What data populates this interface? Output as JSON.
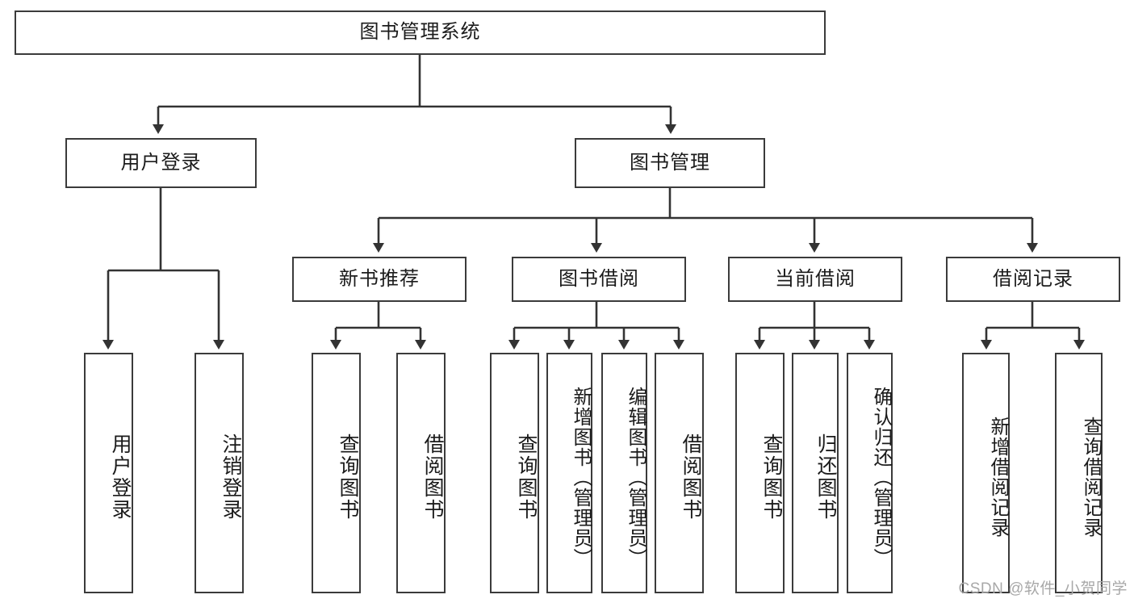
{
  "diagram": {
    "type": "tree",
    "title": "图书管理系统",
    "orientation": "top-down",
    "root": {
      "id": "root",
      "label": "图书管理系统",
      "text_direction": "horizontal"
    },
    "level2": [
      {
        "id": "user-login",
        "label": "用户登录",
        "text_direction": "horizontal"
      },
      {
        "id": "book-manage",
        "label": "图书管理",
        "text_direction": "horizontal"
      }
    ],
    "level3": [
      {
        "id": "new-book-recommend",
        "label": "新书推荐",
        "text_direction": "horizontal",
        "parent": "book-manage"
      },
      {
        "id": "book-borrow",
        "label": "图书借阅",
        "text_direction": "horizontal",
        "parent": "book-manage"
      },
      {
        "id": "current-borrow",
        "label": "当前借阅",
        "text_direction": "horizontal",
        "parent": "book-manage"
      },
      {
        "id": "borrow-record",
        "label": "借阅记录",
        "text_direction": "horizontal",
        "parent": "book-manage"
      }
    ],
    "leaves": [
      {
        "id": "leaf-user-login",
        "label": "用户登录",
        "text_direction": "vertical",
        "parent": "user-login"
      },
      {
        "id": "leaf-logout-login",
        "label": "注销登录",
        "text_direction": "vertical",
        "parent": "user-login"
      },
      {
        "id": "leaf-query-book-1",
        "label": "查询图书",
        "text_direction": "vertical",
        "parent": "new-book-recommend"
      },
      {
        "id": "leaf-borrow-book-1",
        "label": "借阅图书",
        "text_direction": "vertical",
        "parent": "new-book-recommend"
      },
      {
        "id": "leaf-query-book-2",
        "label": "查询图书",
        "text_direction": "vertical",
        "parent": "book-borrow"
      },
      {
        "id": "leaf-add-book-admin",
        "label": "新增图书（管理员）",
        "text_direction": "vertical",
        "parent": "book-borrow"
      },
      {
        "id": "leaf-edit-book-admin",
        "label": "编辑图书（管理员）",
        "text_direction": "vertical",
        "parent": "book-borrow"
      },
      {
        "id": "leaf-borrow-book-2",
        "label": "借阅图书",
        "text_direction": "vertical",
        "parent": "book-borrow"
      },
      {
        "id": "leaf-query-book-3",
        "label": "查询图书",
        "text_direction": "vertical",
        "parent": "current-borrow"
      },
      {
        "id": "leaf-return-book",
        "label": "归还图书",
        "text_direction": "vertical",
        "parent": "current-borrow"
      },
      {
        "id": "leaf-confirm-return-admin",
        "label": "确认归还（管理员）",
        "text_direction": "vertical",
        "parent": "current-borrow"
      },
      {
        "id": "leaf-add-borrow-record",
        "label": "新增借阅记录",
        "text_direction": "vertical",
        "parent": "borrow-record"
      },
      {
        "id": "leaf-query-borrow-record",
        "label": "查询借阅记录",
        "text_direction": "vertical",
        "parent": "borrow-record"
      }
    ]
  },
  "watermark": {
    "text": "CSDN @软件_小贺同学"
  },
  "colors": {
    "box_border": "#3b3b3b",
    "box_fill": "#ffffff",
    "text": "#1b1b1b",
    "connector": "#333333",
    "watermark": "#a8a8a8",
    "background": "#ffffff"
  }
}
